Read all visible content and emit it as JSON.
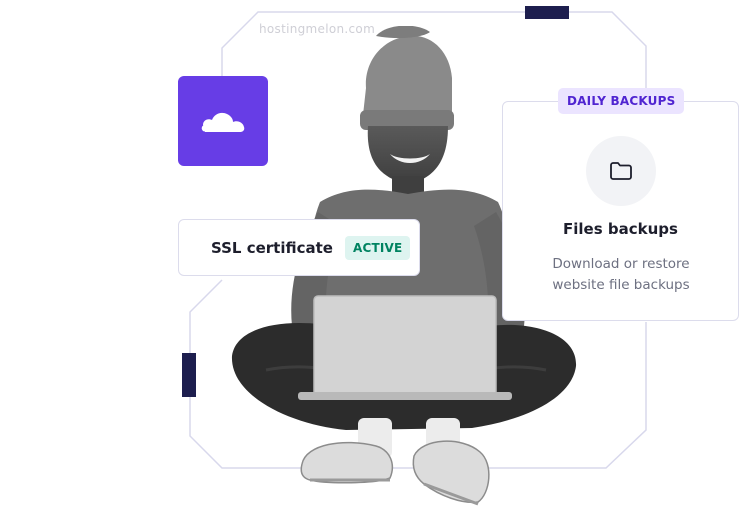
{
  "watermark": "hostingmelon.com",
  "ssl": {
    "title": "SSL certificate",
    "status": "ACTIVE"
  },
  "backups": {
    "tag": "DAILY BACKUPS",
    "title": "Files backups",
    "description": "Download or restore website file backups"
  },
  "icons": {
    "cloud": "cloud-icon",
    "folder": "folder-icon"
  },
  "colors": {
    "brand_purple": "#673de6",
    "active_green": "#008361",
    "dark_accent": "#1d1e4e"
  }
}
